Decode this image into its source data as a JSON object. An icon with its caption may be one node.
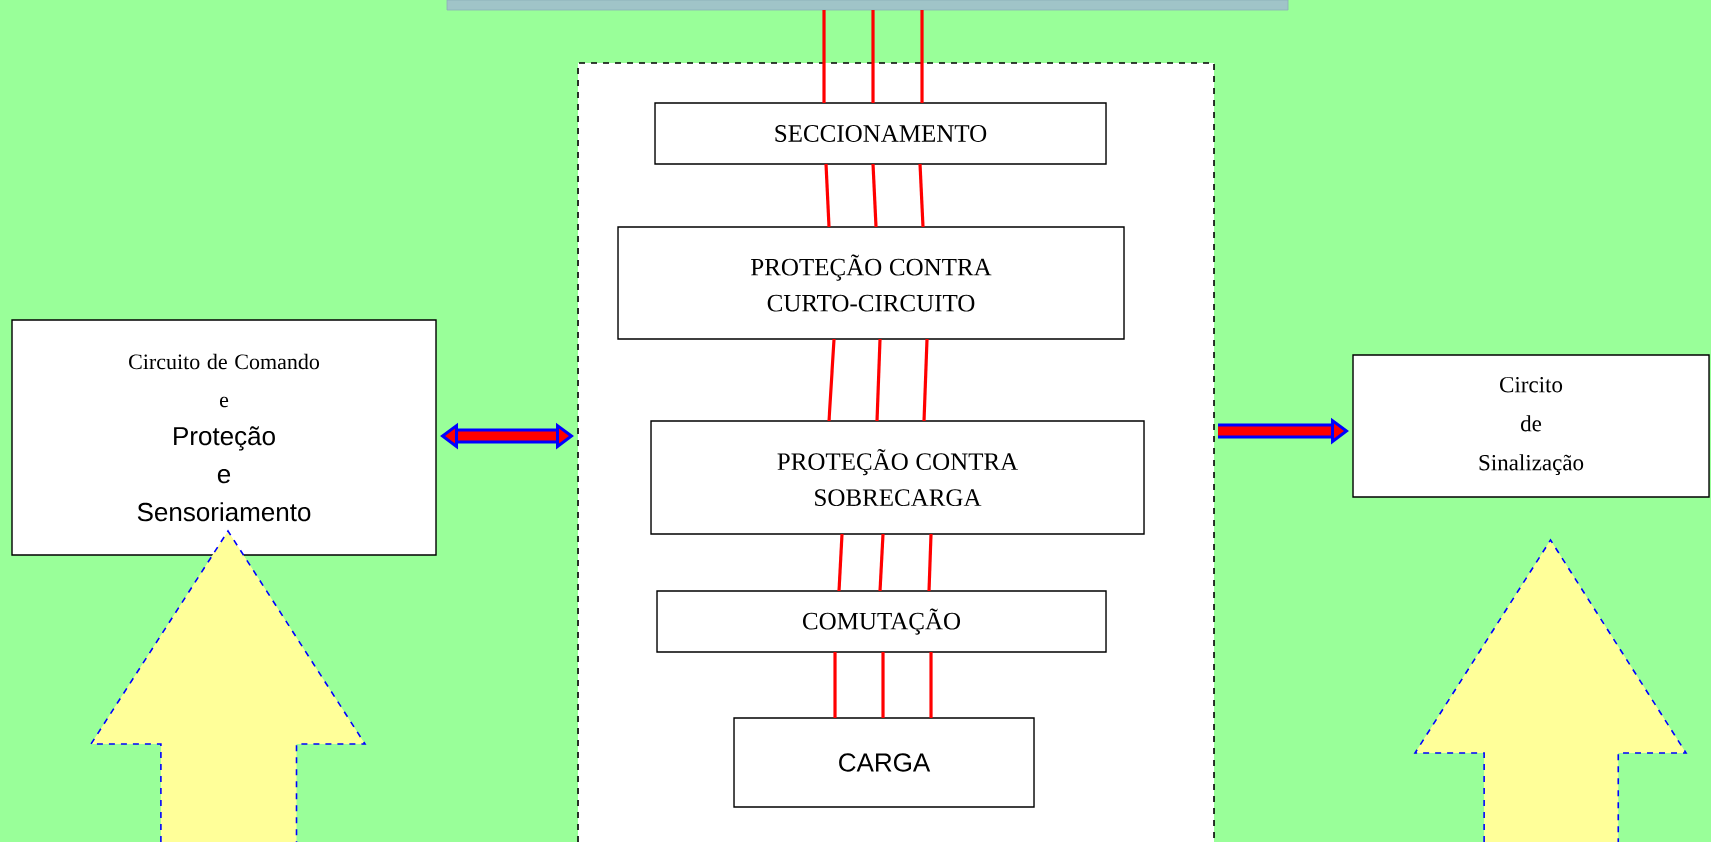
{
  "diagram": {
    "nodes": [
      {
        "text": [],
        "shape": "bar"
      },
      {
        "text": [],
        "shape": "box"
      },
      {
        "text": [
          "SECCIONAMENTO"
        ],
        "in": 1
      },
      {
        "text": [
          "PROTEÇÃO CONTRA CURTO-CIRCUITO"
        ],
        "in": 1
      },
      {
        "text": [
          "PROTEÇÃO CONTRA SOBRECARGA"
        ],
        "in": 1
      },
      {
        "text": [
          "COMUTAÇÃO"
        ],
        "in": 1
      },
      {
        "text": [
          "CARGA"
        ],
        "in": 1
      },
      {
        "text": [
          "Circuito de Comando",
          "e",
          "Proteção",
          "e",
          "Sensoriamento"
        ]
      },
      {
        "text": [
          "Circito",
          "de",
          "Sinalização"
        ]
      },
      {
        "text": [],
        "shape": "arrow"
      },
      {
        "text": [],
        "shape": "arrow"
      }
    ],
    "edges": [
      {
        "from": 0,
        "to": 2,
        "arrow": "none"
      },
      {
        "from": 0,
        "to": 2,
        "arrow": "none"
      },
      {
        "from": 0,
        "to": 2,
        "arrow": "none"
      },
      {
        "from": 2,
        "to": 3,
        "arrow": "none"
      },
      {
        "from": 2,
        "to": 3,
        "arrow": "none"
      },
      {
        "from": 2,
        "to": 3,
        "arrow": "none"
      },
      {
        "from": 3,
        "to": 4,
        "arrow": "none"
      },
      {
        "from": 3,
        "to": 4,
        "arrow": "none"
      },
      {
        "from": 3,
        "to": 4,
        "arrow": "none"
      },
      {
        "from": 4,
        "to": 5,
        "arrow": "none"
      },
      {
        "from": 4,
        "to": 5,
        "arrow": "none"
      },
      {
        "from": 4,
        "to": 5,
        "arrow": "none"
      },
      {
        "from": 5,
        "to": 6,
        "arrow": "none"
      },
      {
        "from": 5,
        "to": 6,
        "arrow": "none"
      },
      {
        "from": 5,
        "to": 6,
        "arrow": "none"
      },
      {
        "from": 7,
        "to": 1,
        "arrow": "both",
        "style": "thick",
        "color": "#0000ff"
      },
      {
        "from": 1,
        "to": 8,
        "arrow": "to",
        "style": "thick",
        "color": "#0000ff"
      }
    ]
  }
}
